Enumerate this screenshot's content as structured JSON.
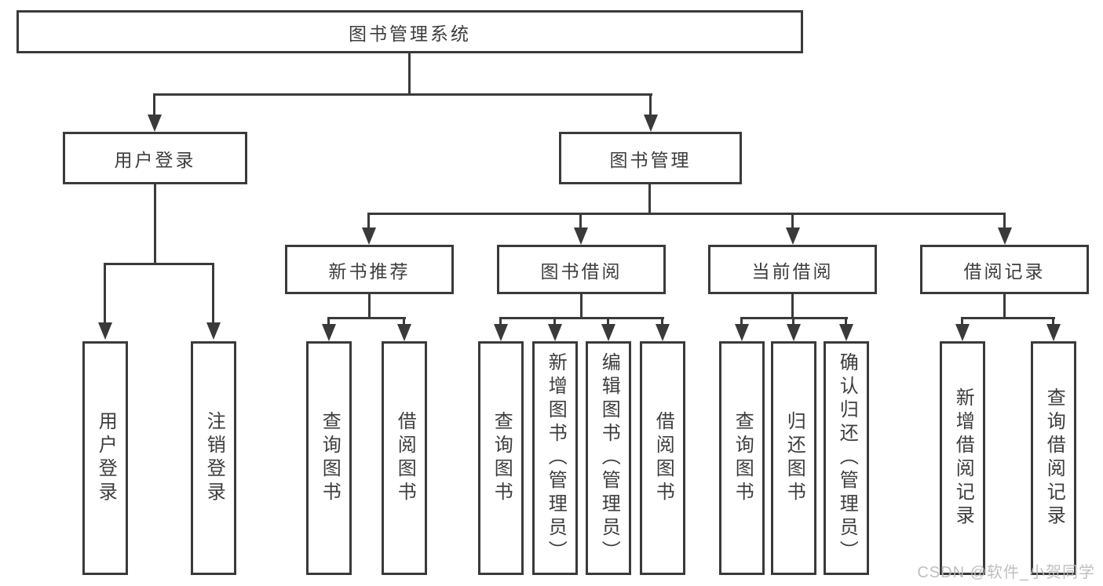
{
  "nodes": {
    "root": "图书管理系统",
    "level2": [
      "用户登录",
      "图书管理"
    ],
    "level3": [
      "新书推荐",
      "图书借阅",
      "当前借阅",
      "借阅记录"
    ],
    "leaves": {
      "login": [
        "用户登录",
        "注销登录"
      ],
      "recommend": [
        "查询图书",
        "借阅图书"
      ],
      "borrowing": [
        "查询图书",
        "新增图书（管理员）",
        "编辑图书（管理员）",
        "借阅图书"
      ],
      "current": [
        "查询图书",
        "归还图书",
        "确认归还（管理员）"
      ],
      "records": [
        "新增借阅记录",
        "查询借阅记录"
      ]
    }
  },
  "watermark": {
    "text": "CSDN @软件_小贺同学"
  },
  "colors": {
    "line": "#3a3a3a",
    "text": "#3d3d3d",
    "box_background": "#ffffff",
    "watermark": "#bdb9b9"
  }
}
